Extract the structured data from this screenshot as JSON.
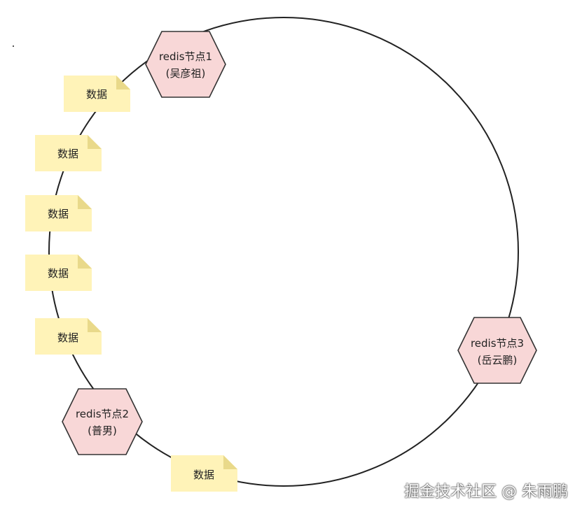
{
  "nodes": [
    {
      "line1": "redis节点1",
      "line2": "(吴彦祖)"
    },
    {
      "line1": "redis节点2",
      "line2": "(普男)"
    },
    {
      "line1": "redis节点3",
      "line2": "(岳云鹏)"
    }
  ],
  "data_notes": [
    {
      "label": "数据"
    },
    {
      "label": "数据"
    },
    {
      "label": "数据"
    },
    {
      "label": "数据"
    },
    {
      "label": "数据"
    },
    {
      "label": "数据"
    }
  ],
  "colors": {
    "node_fill": "#f8d7d7",
    "note_fill": "#fff3b8",
    "ring": "#222222"
  },
  "watermark": "掘金技术社区 @ 朱雨鹏"
}
